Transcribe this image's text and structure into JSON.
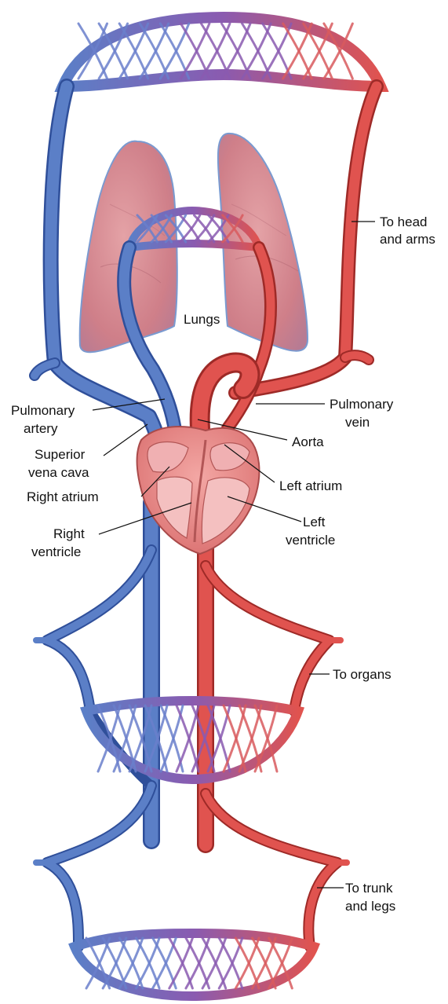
{
  "labels": {
    "lungs": "Lungs",
    "to_head_and_arms": [
      "To head",
      "and arms"
    ],
    "pulmonary_artery": [
      "Pulmonary",
      "artery"
    ],
    "pulmonary_vein": [
      "Pulmonary",
      "vein"
    ],
    "superior_vena_cava": [
      "Superior",
      "vena cava"
    ],
    "aorta": "Aorta",
    "right_atrium": "Right atrium",
    "left_atrium": "Left atrium",
    "right_ventricle": [
      "Right",
      "ventricle"
    ],
    "left_ventricle": [
      "Left",
      "ventricle"
    ],
    "to_organs": "To organs",
    "to_trunk_and_legs": [
      "To trunk",
      "and legs"
    ]
  },
  "colors": {
    "deoxygenated_blue": "#5b7fc7",
    "oxygenated_red": "#e0534f",
    "capillary_purple": "#8a5bb0",
    "lung_pink": "#d98e96",
    "heart_pink": "#e78c8c"
  }
}
